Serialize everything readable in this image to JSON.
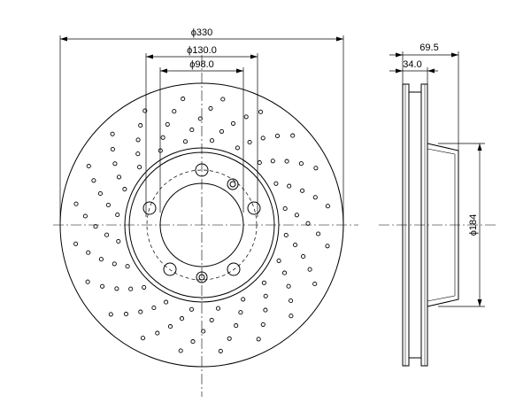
{
  "drawing": {
    "front_view": {
      "outer_diameter_label": "ϕ330",
      "bolt_circle_label": "ϕ130.0",
      "center_bore_label": "ϕ98.0",
      "lug_holes": 5,
      "drill_pattern": "spiral cross-drilled"
    },
    "side_view": {
      "overall_height_label": "69.5",
      "disc_thickness_label": "34.0",
      "hat_diameter_label": "ϕ184"
    },
    "colors": {
      "line": "#000000",
      "background": "#ffffff"
    }
  }
}
